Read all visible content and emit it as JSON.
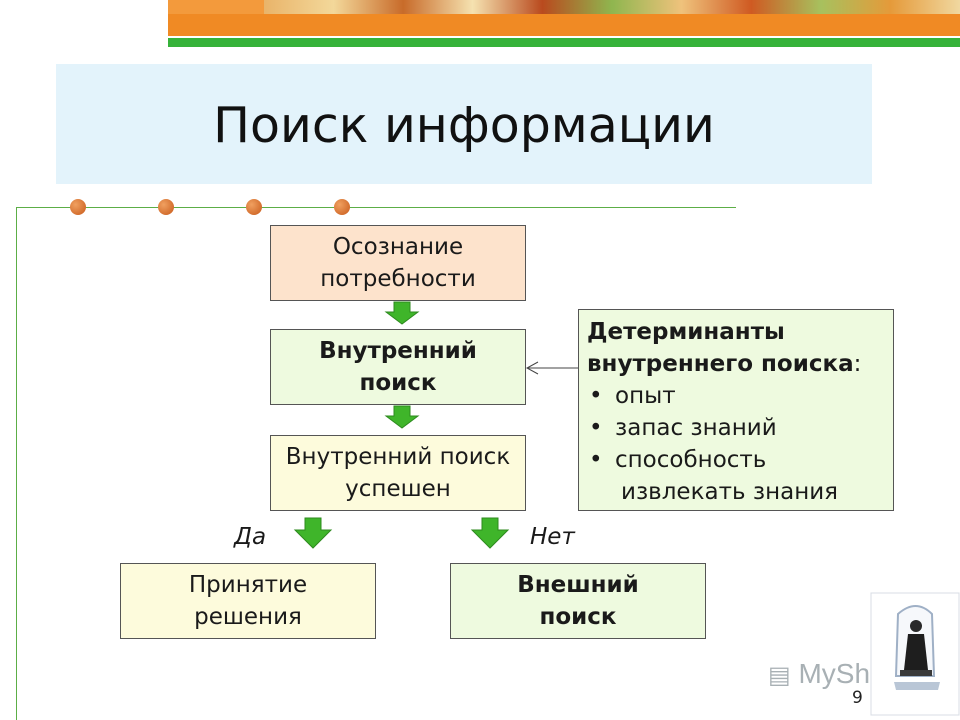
{
  "slide": {
    "title": "Поиск информации",
    "page_number": "9"
  },
  "flowchart": {
    "awareness": [
      "Осознание",
      "потребности"
    ],
    "internal_search": [
      "Внутренний",
      "поиск"
    ],
    "internal_success": [
      "Внутренний поиск",
      "успешен"
    ],
    "decision": [
      "Принятие",
      "решения"
    ],
    "external_search": [
      "Внешний",
      "поиск"
    ],
    "yes_label": "Да",
    "no_label": "Нет"
  },
  "determinants": {
    "heading_line1": "Детерминанты",
    "heading_line2": "внутреннего поиска",
    "heading_colon": ":",
    "bullet": "•",
    "items": [
      "опыт",
      "запас знаний",
      "способность"
    ],
    "continuation": "извлекать знания"
  },
  "watermark": {
    "text": "MyShared"
  },
  "colors": {
    "arrow_green": "#3fb52a",
    "frame_green": "#5cae46",
    "accent_orange": "#f08a24"
  }
}
